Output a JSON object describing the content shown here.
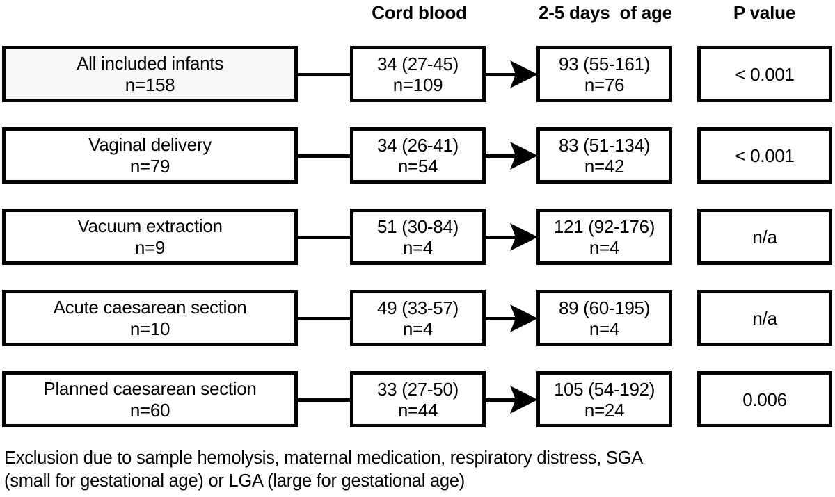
{
  "headers": {
    "group": "",
    "cord_blood": "Cord blood",
    "days_of_age": "2-5 days  of age",
    "p_value": "P value"
  },
  "colors": {
    "border": "#000000",
    "text": "#000000",
    "background": "#ffffff",
    "highlight_fill": "#f7f7f7"
  },
  "rows": [
    {
      "group_label": "All included infants",
      "group_n": "n=158",
      "cord_value": "34 (27-45)",
      "cord_n": "n=109",
      "days_value": "93 (55-161)",
      "days_n": "n=76",
      "p_value": "< 0.001",
      "highlight": true
    },
    {
      "group_label": "Vaginal delivery",
      "group_n": "n=79",
      "cord_value": "34 (26-41)",
      "cord_n": "n=54",
      "days_value": "83 (51-134)",
      "days_n": "n=42",
      "p_value": "< 0.001",
      "highlight": false
    },
    {
      "group_label": "Vacuum extraction",
      "group_n": "n=9",
      "cord_value": "51 (30-84)",
      "cord_n": "n=4",
      "days_value": "121 (92-176)",
      "days_n": "n=4",
      "p_value": "n/a",
      "highlight": false
    },
    {
      "group_label": "Acute caesarean section",
      "group_n": "n=10",
      "cord_value": "49 (33-57)",
      "cord_n": "n=4",
      "days_value": "89 (60-195)",
      "days_n": "n=4",
      "p_value": "n/a",
      "highlight": false
    },
    {
      "group_label": "Planned caesarean section",
      "group_n": "n=60",
      "cord_value": "33 (27-50)",
      "cord_n": "n=44",
      "days_value": "105 (54-192)",
      "days_n": "n=24",
      "p_value": "0.006",
      "highlight": false
    }
  ],
  "footnote": {
    "line1": "Exclusion due to sample hemolysis, maternal medication, respiratory distress, SGA",
    "line2": "(small for gestational age) or LGA (large for gestational age)"
  }
}
